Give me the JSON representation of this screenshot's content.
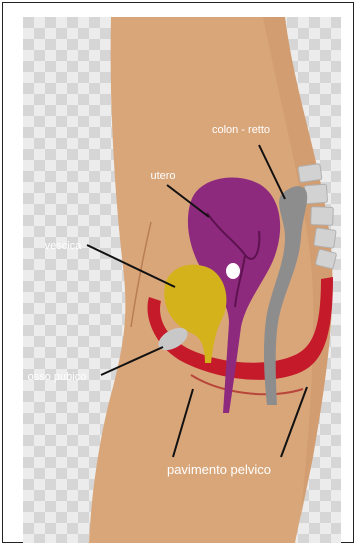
{
  "labels": {
    "colon": "colon - retto",
    "utero": "utero",
    "vescica": "vescica",
    "osso": "osso pubico",
    "pavimento": "pavimento pelvico"
  },
  "colors": {
    "skin": "#d9a67a",
    "skin_shadow": "#c78e62",
    "checker_light": "#ececec",
    "checker_dark": "#d6d6d6",
    "uterus": "#8e2a7e",
    "uterus_line": "#5e1250",
    "bladder": "#d4b21c",
    "colon": "#8d8d8d",
    "vertebra": "#d2d2d2",
    "pelvic_floor": "#c41a2a",
    "pubic_bone": "#c8c8c8",
    "pointer": "#111111",
    "label_text": "#ffffff"
  }
}
